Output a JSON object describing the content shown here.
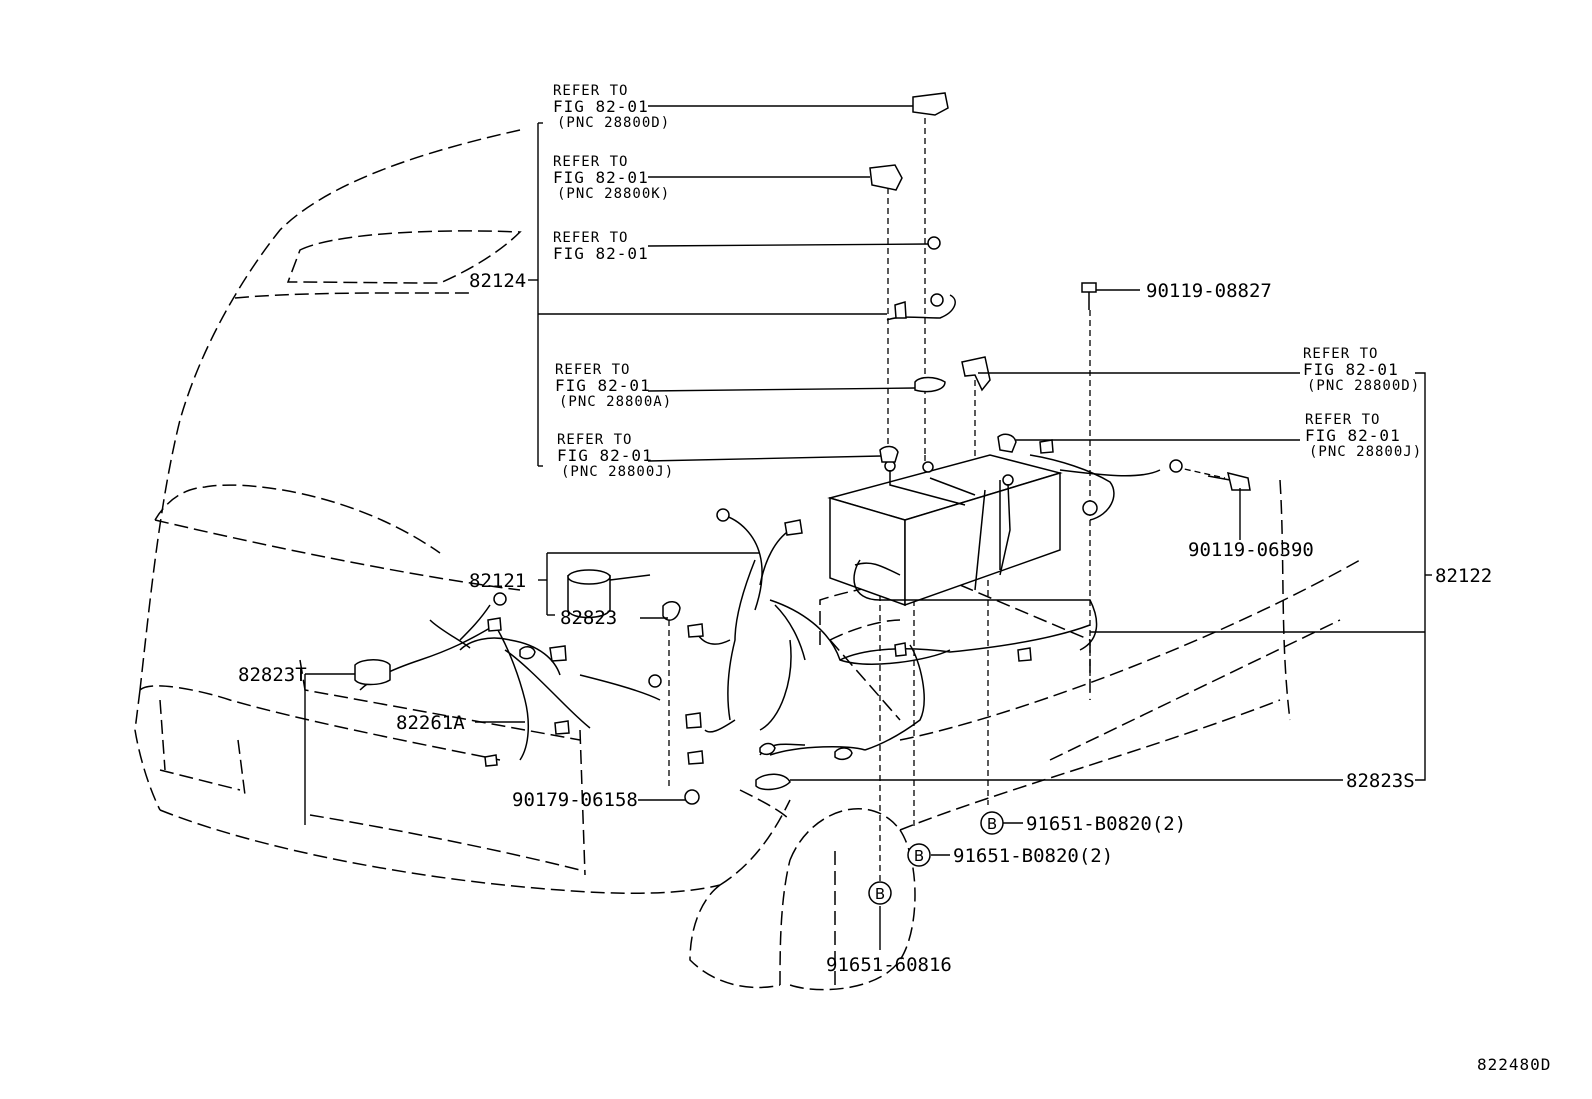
{
  "parts": {
    "p82124": "82124",
    "p82121": "82121",
    "p82823": "82823",
    "p82823T": "82823T",
    "p82261A": "82261A",
    "p90179": "90179-06158",
    "p90119a": "90119-08827",
    "p90119b": "90119-06390",
    "p82122": "82122",
    "p82823S": "82823S",
    "p91651a": "91651-B0820(2)",
    "p91651b": "91651-B0820(2)",
    "p91651c": "91651-60816"
  },
  "refs": {
    "r1": {
      "l1": "REFER TO",
      "l2": "FIG 82-01",
      "l3": "(PNC 28800D)"
    },
    "r2": {
      "l1": "REFER TO",
      "l2": "FIG 82-01",
      "l3": "(PNC 28800K)"
    },
    "r3": {
      "l1": "REFER TO",
      "l2": "FIG 82-01"
    },
    "r4": {
      "l1": "REFER TO",
      "l2": "FIG 82-01",
      "l3": "(PNC 28800A)"
    },
    "r5": {
      "l1": "REFER TO",
      "l2": "FIG 82-01",
      "l3": "(PNC 28800J)"
    },
    "r6": {
      "l1": "REFER TO",
      "l2": "FIG 82-01",
      "l3": "(PNC 28800D)"
    },
    "r7": {
      "l1": "REFER TO",
      "l2": "FIG 82-01",
      "l3": "(PNC 28800J)"
    }
  },
  "markers": {
    "b": "B"
  },
  "figure_id": "822480D"
}
